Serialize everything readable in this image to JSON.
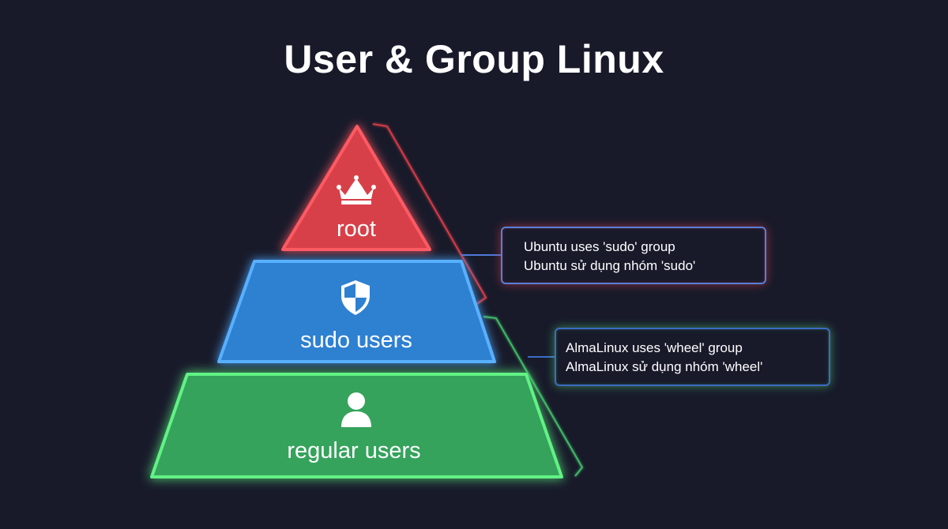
{
  "title": "User & Group Linux",
  "tiers": {
    "root": {
      "label": "root",
      "icon": "crown-icon",
      "color": "#d8414a",
      "glow": "#ff4b55"
    },
    "sudo": {
      "label": "sudo users",
      "icon": "shield-icon",
      "color": "#2f80d1",
      "glow": "#52a8ff"
    },
    "regular": {
      "label": "regular users",
      "icon": "user-icon",
      "color": "#36a35b",
      "glow": "#5cf07f"
    }
  },
  "notes": {
    "ubuntu": {
      "line1": "Ubuntu uses 'sudo' group",
      "line2": "Ubuntu sử dụng nhóm 'sudo'"
    },
    "alma": {
      "line1": "AlmaLinux uses 'wheel' group",
      "line2": "AlmaLinux sử dụng nhóm 'wheel'"
    }
  }
}
